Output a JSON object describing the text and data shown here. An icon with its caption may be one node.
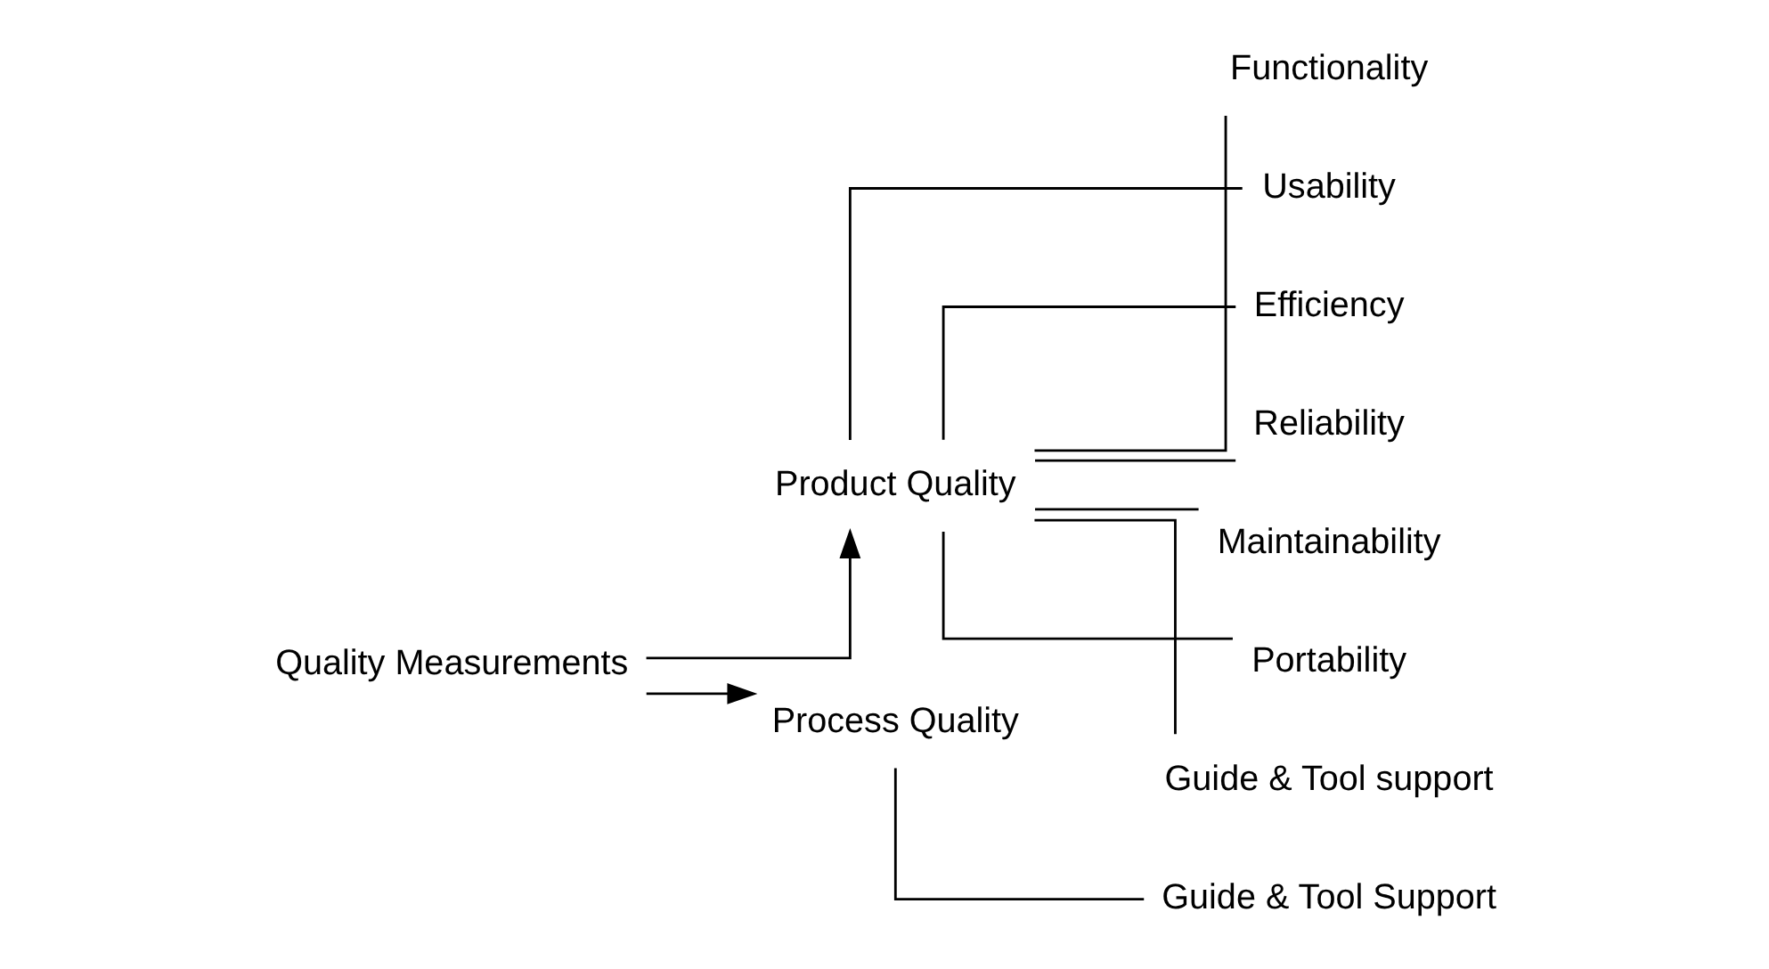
{
  "diagram": {
    "nodes": [
      {
        "text": [
          "Quality Measurements"
        ]
      },
      {
        "text": [
          "Product Quality"
        ]
      },
      {
        "text": [
          "Process Quality"
        ]
      },
      {
        "text": [
          "Functionality"
        ]
      },
      {
        "text": [
          "Usability"
        ]
      },
      {
        "text": [
          "Efficiency"
        ]
      },
      {
        "text": [
          "Reliability"
        ]
      },
      {
        "text": [
          "Maintainability"
        ]
      },
      {
        "text": [
          "Portability"
        ]
      },
      {
        "text": [
          "Guide & Tool support"
        ]
      },
      {
        "text": [
          "Guide & Tool Support"
        ]
      }
    ],
    "edges": [
      {
        "from": 0,
        "to": 1,
        "arrow": "to"
      },
      {
        "from": 0,
        "to": 2,
        "arrow": "to"
      },
      {
        "from": 1,
        "to": 3,
        "arrow": "none"
      },
      {
        "from": 1,
        "to": 4,
        "arrow": "none"
      },
      {
        "from": 1,
        "to": 5,
        "arrow": "none"
      },
      {
        "from": 1,
        "to": 6,
        "arrow": "none"
      },
      {
        "from": 1,
        "to": 7,
        "arrow": "none"
      },
      {
        "from": 1,
        "to": 8,
        "arrow": "none"
      },
      {
        "from": 1,
        "to": 9,
        "arrow": "none"
      },
      {
        "from": 2,
        "to": 10,
        "arrow": "none"
      }
    ]
  }
}
